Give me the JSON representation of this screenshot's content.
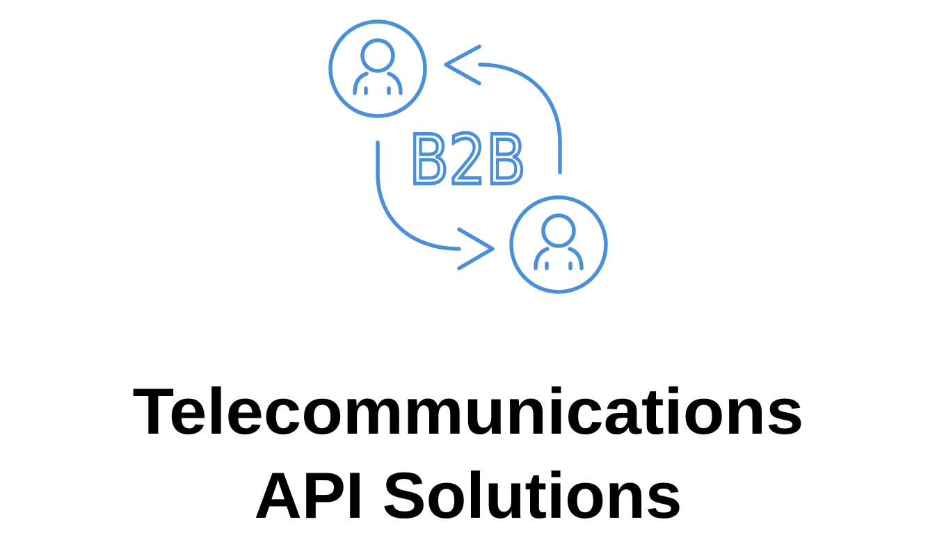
{
  "icon": {
    "label": "B2B",
    "color": "#4a8fd8",
    "name": "b2b-exchange-icon"
  },
  "title": {
    "line1": "Telecommunications",
    "line2": "API Solutions"
  }
}
